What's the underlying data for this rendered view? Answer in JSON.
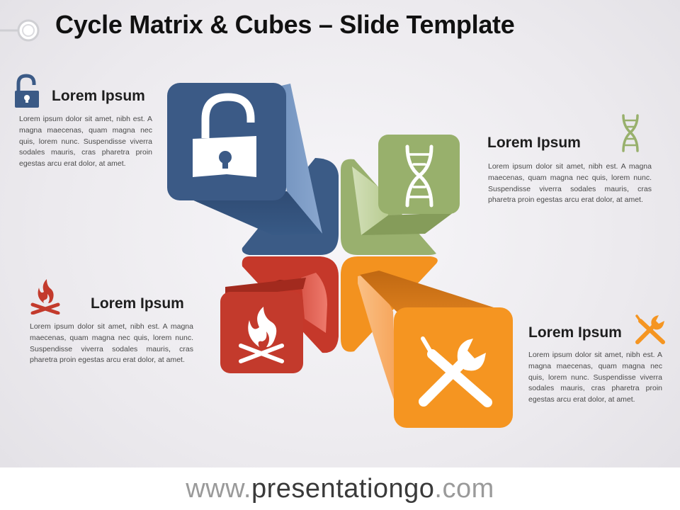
{
  "title": "Cycle Matrix & Cubes – Slide Template",
  "footer": {
    "prefix": "www.",
    "brand": "presentationgo",
    "suffix": ".com"
  },
  "colors": {
    "blue": "#3a5a87",
    "green": "#98b06c",
    "red": "#c33a2c",
    "orange": "#f49422"
  },
  "blocks": [
    {
      "id": "blue",
      "icon": "lock-open-icon",
      "title": "Lorem Ipsum",
      "text": "Lorem ipsum dolor sit amet, nibh est. A magna maecenas, quam magna nec quis, lorem nunc. Suspendisse viverra sodales mauris, cras pharetra proin egestas arcu erat dolor, at amet."
    },
    {
      "id": "green",
      "icon": "dna-icon",
      "title": "Lorem Ipsum",
      "text": "Lorem ipsum dolor sit amet, nibh est. A magna maecenas, quam magna nec quis, lorem nunc. Suspendisse viverra sodales mauris, cras pharetra proin egestas arcu erat dolor, at amet."
    },
    {
      "id": "red",
      "icon": "campfire-icon",
      "title": "Lorem Ipsum",
      "text": "Lorem ipsum dolor sit amet, nibh est. A magna maecenas, quam magna nec quis, lorem nunc. Suspendisse viverra sodales mauris, cras pharetra proin egestas arcu erat dolor, at amet."
    },
    {
      "id": "orange",
      "icon": "tools-icon",
      "title": "Lorem Ipsum",
      "text": "Lorem ipsum dolor sit amet, nibh est. A magna maecenas, quam magna nec quis, lorem nunc. Suspendisse viverra sodales mauris, cras pharetra proin egestas arcu erat dolor, at amet."
    }
  ]
}
